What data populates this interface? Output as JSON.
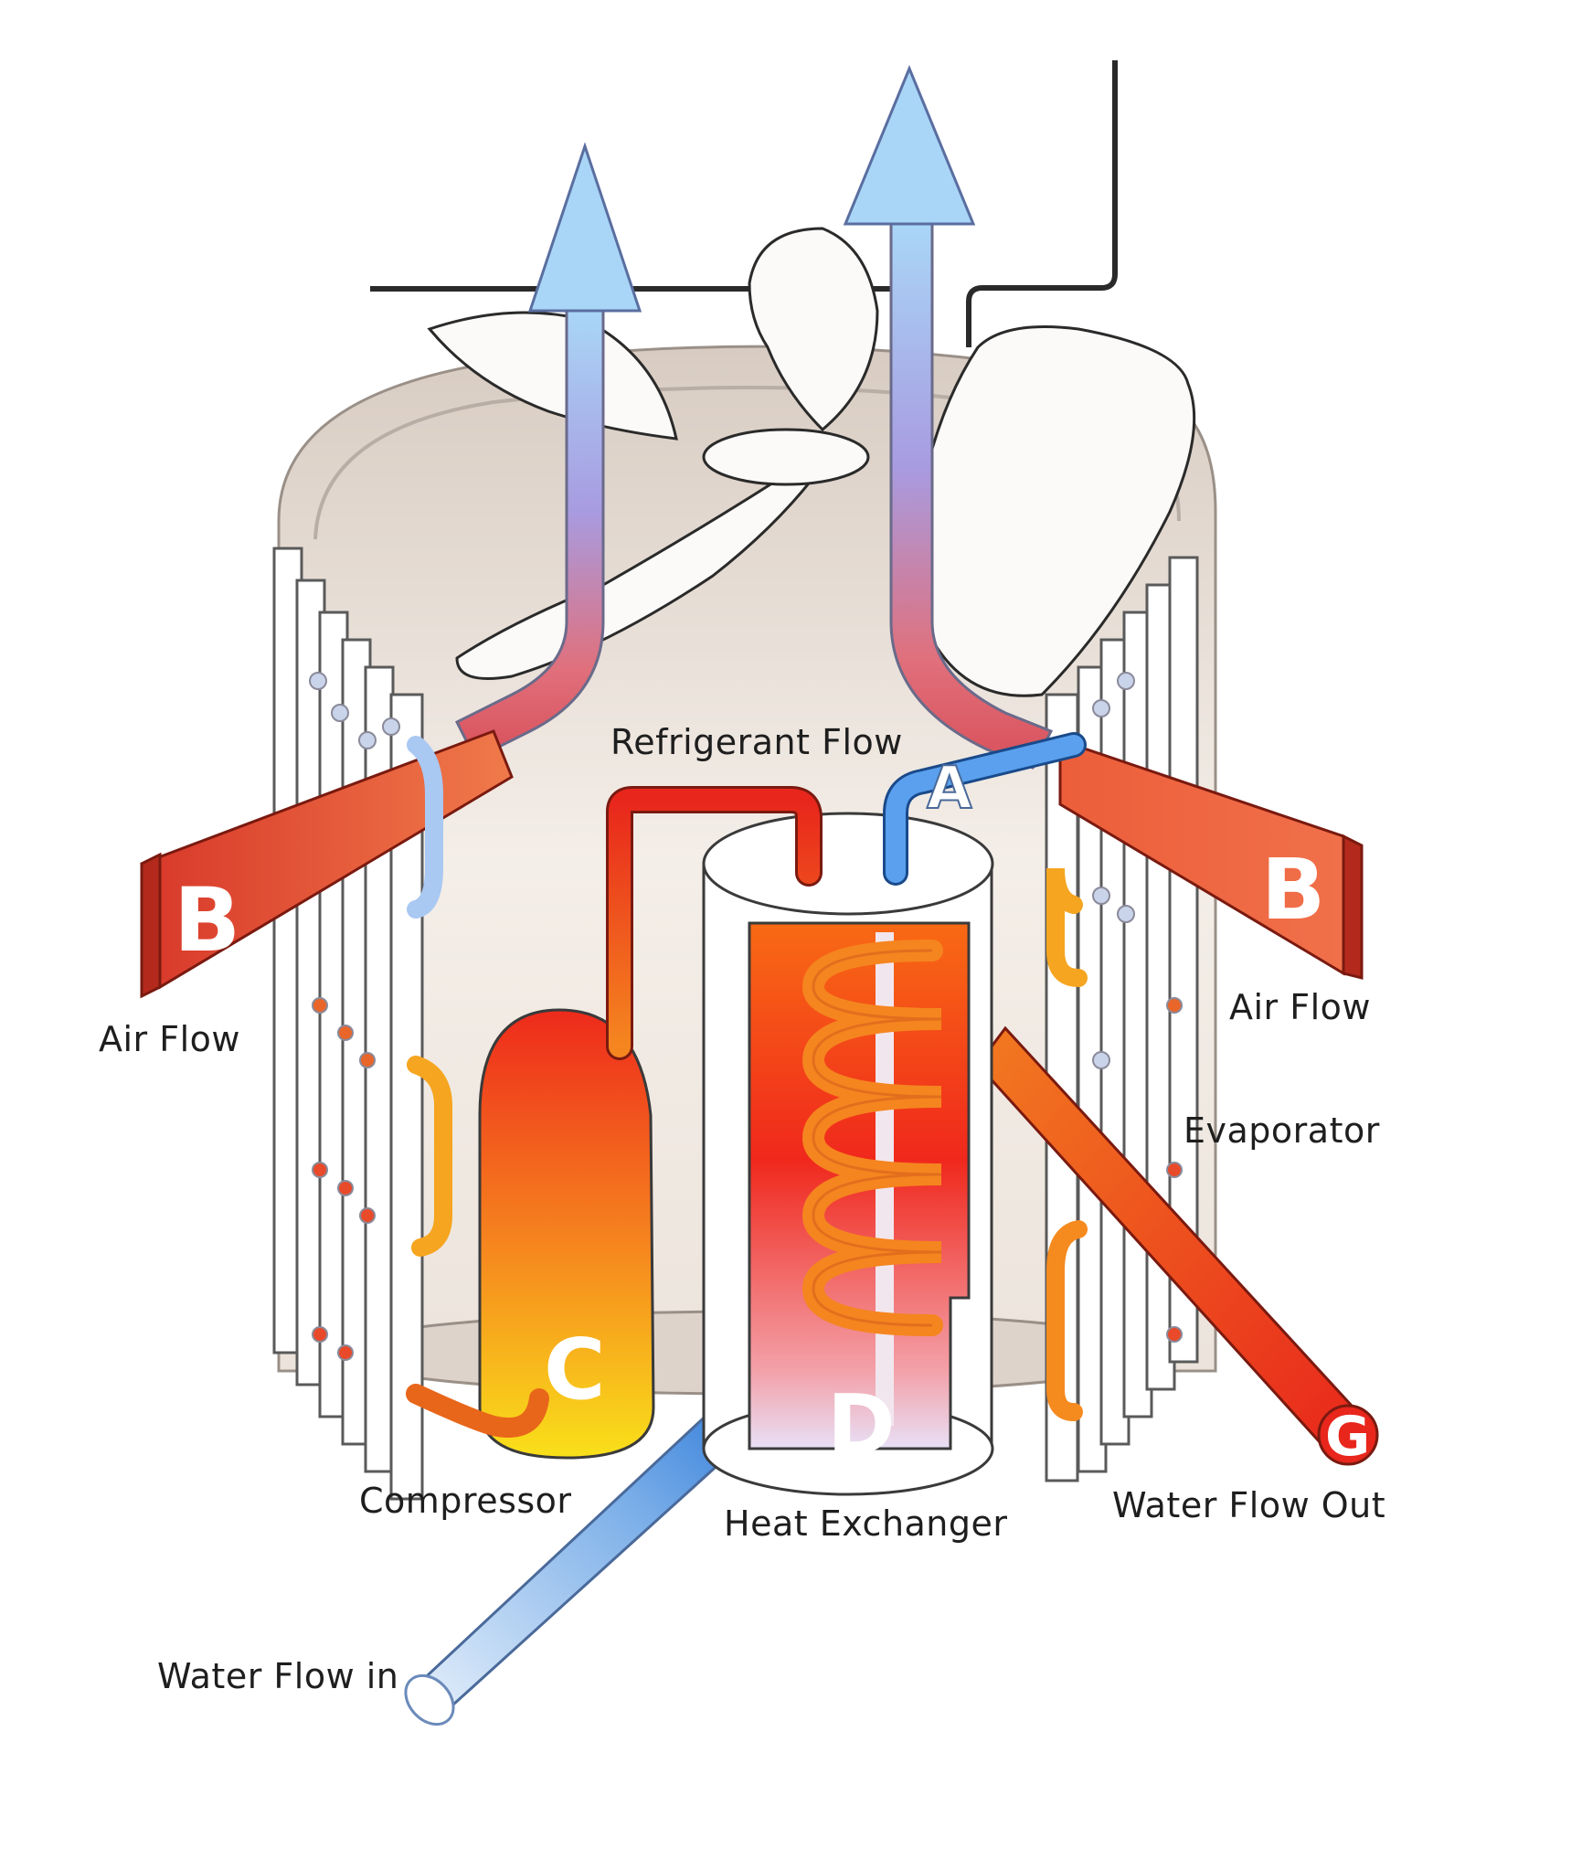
{
  "labels": {
    "refrigerant_flow": "Refrigerant Flow",
    "air_flow_left": "Air Flow",
    "air_flow_right": "Air Flow",
    "evaporator": "Evaporator",
    "compressor": "Compressor",
    "heat_exchanger": "Heat Exchanger",
    "water_flow_out": "Water Flow Out",
    "water_flow_in": "Water Flow in"
  },
  "tags": {
    "a": "A",
    "b_left": "B",
    "b_right": "B",
    "c": "C",
    "d": "D",
    "g": "G"
  },
  "colors": {
    "hot_red": "#e8261c",
    "hot_orange": "#f5851f",
    "warm_yellow": "#f8d41a",
    "cool_blue": "#1f6fd6",
    "light_blue": "#a9c8f2",
    "air_arrow_top": "#a9d4f7",
    "air_arrow_mid": "#a99ce0",
    "air_arrow_bottom": "#e0707a",
    "duct_red": "#e04a35",
    "shell": "#e8dcd2"
  }
}
